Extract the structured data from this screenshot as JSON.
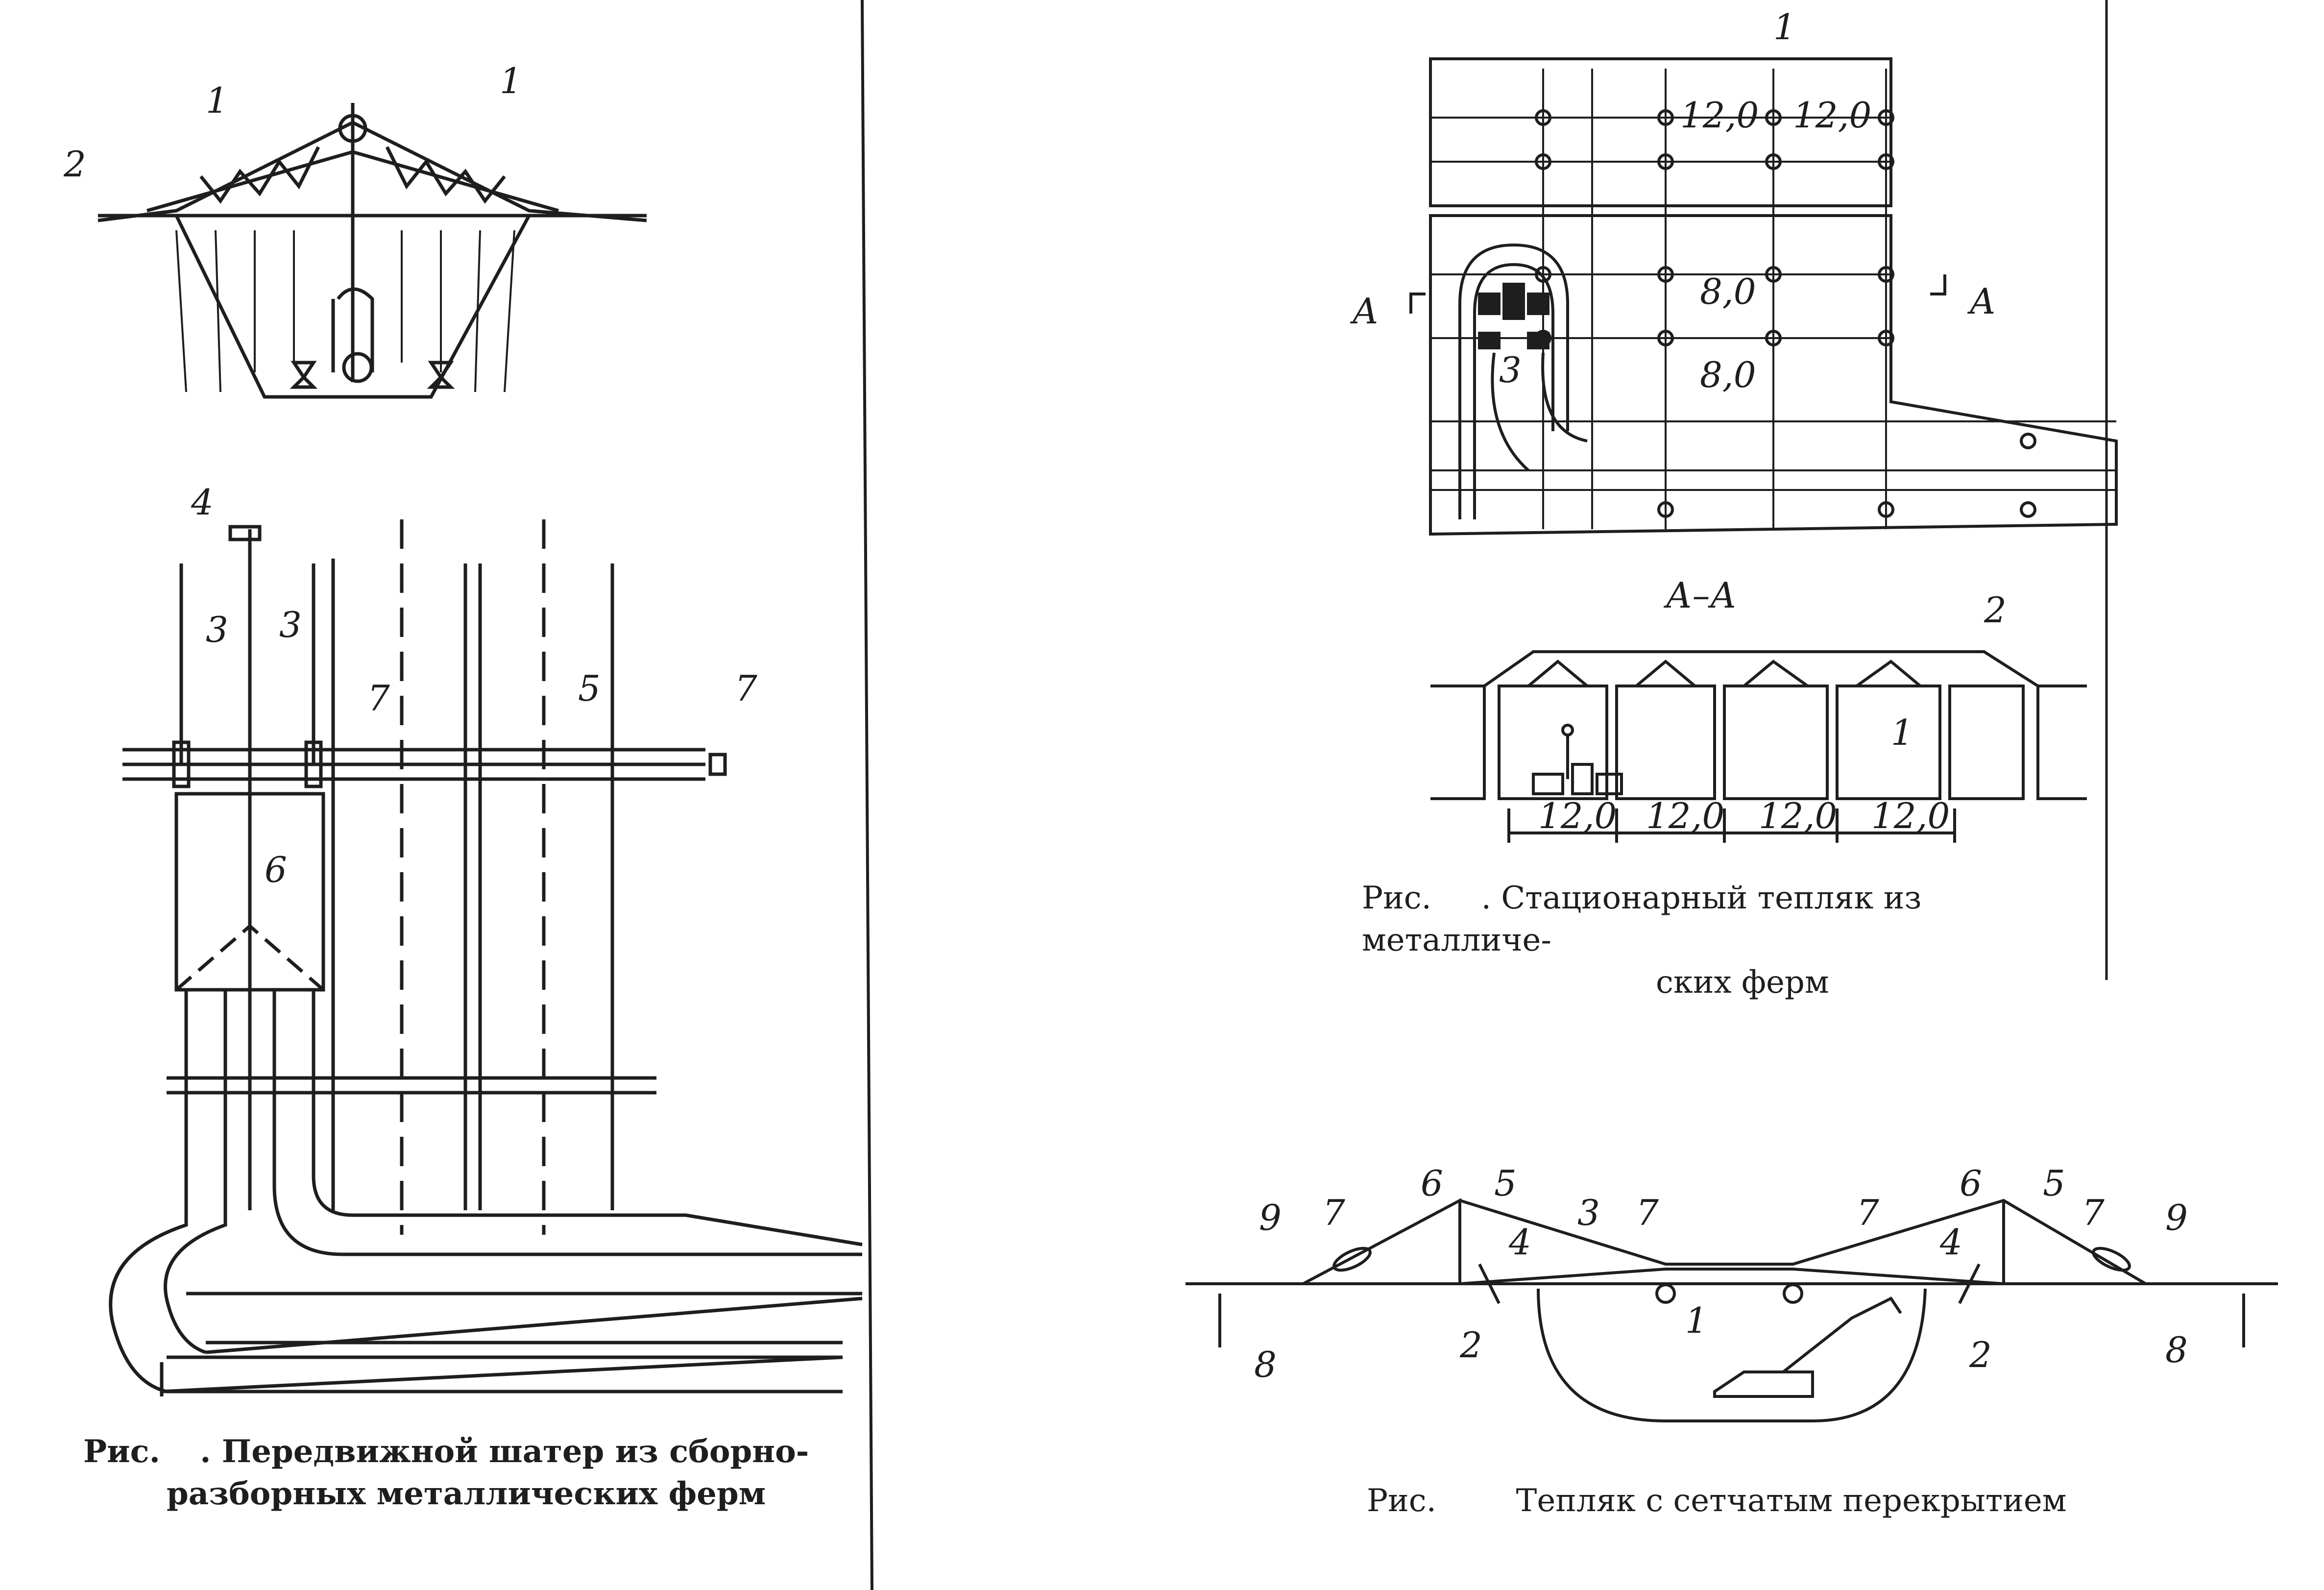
{
  "figures": {
    "left": {
      "caption_prefix": "Рис.",
      "caption_line1": ". Передвижной шатер из сборно-",
      "caption_line2": "разборных металлических ферм",
      "labels": {
        "1a": "1",
        "1b": "1",
        "2": "2",
        "3a": "3",
        "3b": "3",
        "4": "4",
        "5": "5",
        "6": "6",
        "7a": "7",
        "7b": "7"
      }
    },
    "top_right": {
      "caption_prefix": "Рис.",
      "caption_line1": ". Стационарный тепляк из металличе-",
      "caption_line2": "ских ферм",
      "section_mark": "А",
      "section_title": "А–А",
      "dims_plan": [
        "12,0",
        "12,0",
        "8,0",
        "8,0"
      ],
      "dims_section": [
        "12,0",
        "12,0",
        "12,0",
        "12,0"
      ],
      "labels": {
        "1": "1",
        "2": "2",
        "3": "3",
        "1s": "1"
      }
    },
    "bottom_right": {
      "caption_prefix": "Рис.",
      "caption_text": "Тепляк с сетчатым перекрытием",
      "labels": {
        "1": "1",
        "2a": "2",
        "2b": "2",
        "3": "3",
        "4a": "4",
        "4b": "4",
        "5a": "5",
        "5b": "5",
        "6a": "6",
        "6b": "6",
        "7a": "7",
        "7b": "7",
        "7c": "7",
        "7d": "7",
        "8a": "8",
        "8b": "8",
        "9a": "9",
        "9b": "9"
      }
    }
  },
  "colors": {
    "ink": "#1e1e1e",
    "paper": "#ffffff"
  }
}
